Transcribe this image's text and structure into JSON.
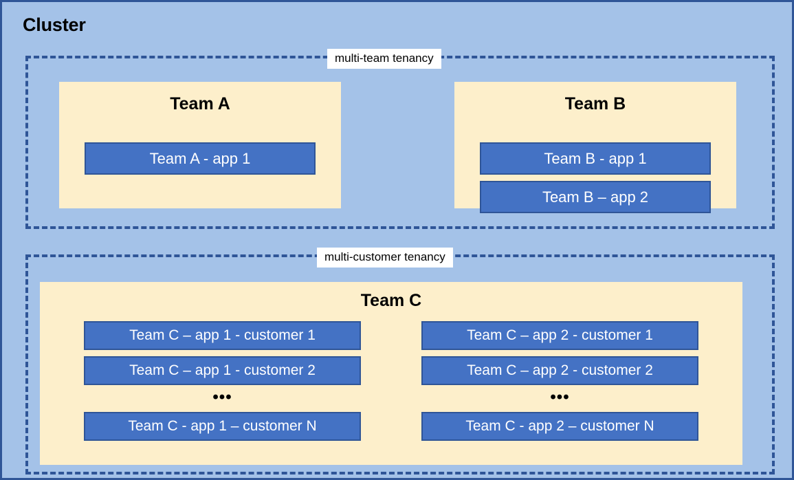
{
  "cluster": {
    "title": "Cluster",
    "background_color": "#a4c2e8",
    "border_color": "#2f5597"
  },
  "colors": {
    "cluster_background": "#a4c2e8",
    "dashed_border": "#2f5597",
    "team_box_fill": "#fdefcb",
    "app_box_fill": "#4472c4",
    "app_box_border": "#2f5597",
    "app_box_text": "#ffffff",
    "label_background": "#ffffff",
    "title_text": "#000000"
  },
  "groups": [
    {
      "id": "multi-team",
      "label": "multi-team tenancy",
      "teams": [
        {
          "id": "team-a",
          "title": "Team A",
          "apps": [
            {
              "label": "Team A - app 1"
            }
          ]
        },
        {
          "id": "team-b",
          "title": "Team B",
          "apps": [
            {
              "label": "Team B - app 1"
            },
            {
              "label": "Team B – app 2"
            }
          ]
        }
      ]
    },
    {
      "id": "multi-customer",
      "label": "multi-customer tenancy",
      "teams": [
        {
          "id": "team-c",
          "title": "Team C",
          "columns": [
            {
              "id": "team-c-app-1",
              "apps": [
                {
                  "label": "Team C – app 1 - customer 1"
                },
                {
                  "label": "Team C – app 1 - customer 2"
                }
              ],
              "ellipsis": "•••",
              "apps_after": [
                {
                  "label": "Team C - app 1 – customer N"
                }
              ]
            },
            {
              "id": "team-c-app-2",
              "apps": [
                {
                  "label": "Team C – app 2 - customer 1"
                },
                {
                  "label": "Team C – app 2 - customer 2"
                }
              ],
              "ellipsis": "•••",
              "apps_after": [
                {
                  "label": "Team C - app 2 – customer N"
                }
              ]
            }
          ]
        }
      ]
    }
  ]
}
